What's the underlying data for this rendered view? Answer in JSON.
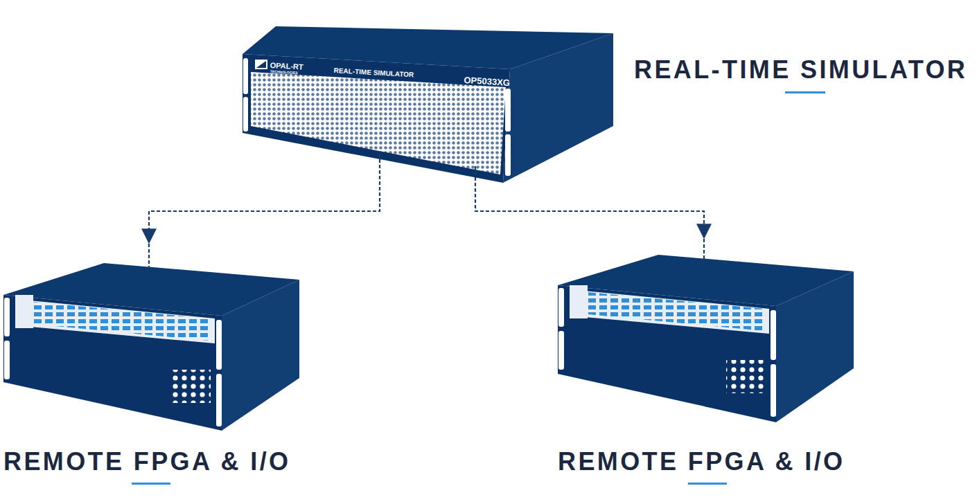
{
  "diagram": {
    "nodes": [
      {
        "text": [
          "REAL-TIME SIMULATOR"
        ]
      },
      {
        "text": [
          "REMOTE FPGA & I/O"
        ]
      },
      {
        "text": [
          "REMOTE FPGA & I/O"
        ]
      }
    ],
    "edges": [
      {
        "from": 0,
        "to": 1,
        "arrow": "to"
      },
      {
        "from": 0,
        "to": 2,
        "arrow": "to"
      }
    ],
    "labels": [
      "OPAL-RT",
      "TECHNOLOGIES",
      "REAL-TIME SIMULATOR",
      "OP5033XG"
    ]
  }
}
